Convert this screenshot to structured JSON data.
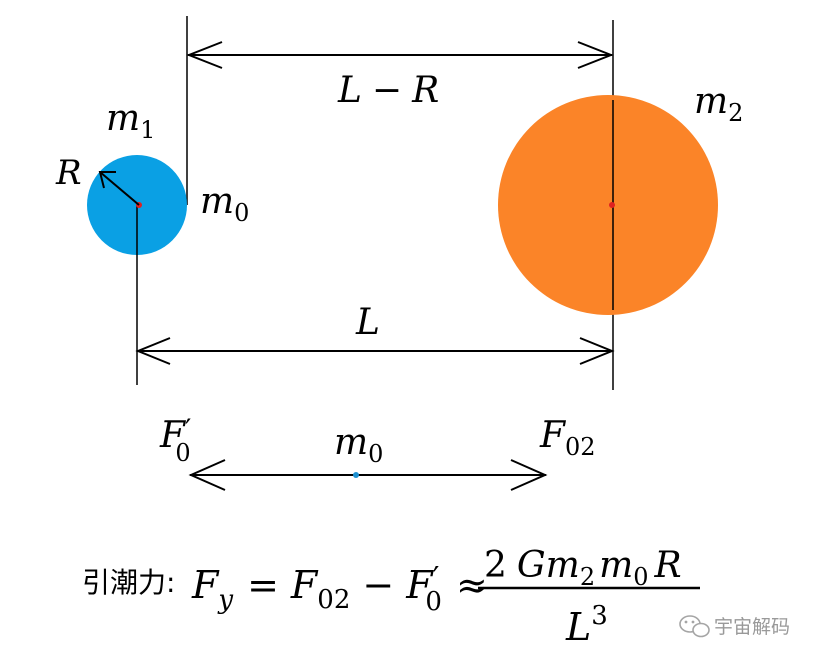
{
  "colors": {
    "small_body": "#0aa0e4",
    "large_body": "#fb8428",
    "center_dot": "#e02020",
    "test_mass_dot": "#1e90d0",
    "line": "#000000"
  },
  "labels": {
    "m1": {
      "base": "m",
      "sub": "1"
    },
    "m2": {
      "base": "m",
      "sub": "2"
    },
    "m0_top": {
      "base": "m",
      "sub": "0"
    },
    "radius": "R",
    "dist_L_minus_R": {
      "a": "L",
      "op": "−",
      "b": "R"
    },
    "dist_L": "L",
    "force_left": {
      "base": "F",
      "prime": "′",
      "sub": "0"
    },
    "m0_bottom": {
      "base": "m",
      "sub": "0"
    },
    "force_right": {
      "base": "F",
      "sub": "02"
    }
  },
  "formula": {
    "prefix": "引潮力:",
    "Fy": {
      "base": "F",
      "sub": "y"
    },
    "eq": "=",
    "F02": {
      "base": "F",
      "sub": "02"
    },
    "minus": "−",
    "F0p": {
      "base": "F",
      "prime": "′",
      "sub": "0"
    },
    "approx": "≈",
    "numerator": {
      "coef": "2",
      "G": "G",
      "m2": "m",
      "m2_sub": "2",
      "m0": "m",
      "m0_sub": "0",
      "R": "R"
    },
    "denominator": {
      "base": "L",
      "sup": "3"
    }
  },
  "watermark": {
    "text": "宇宙解码"
  }
}
